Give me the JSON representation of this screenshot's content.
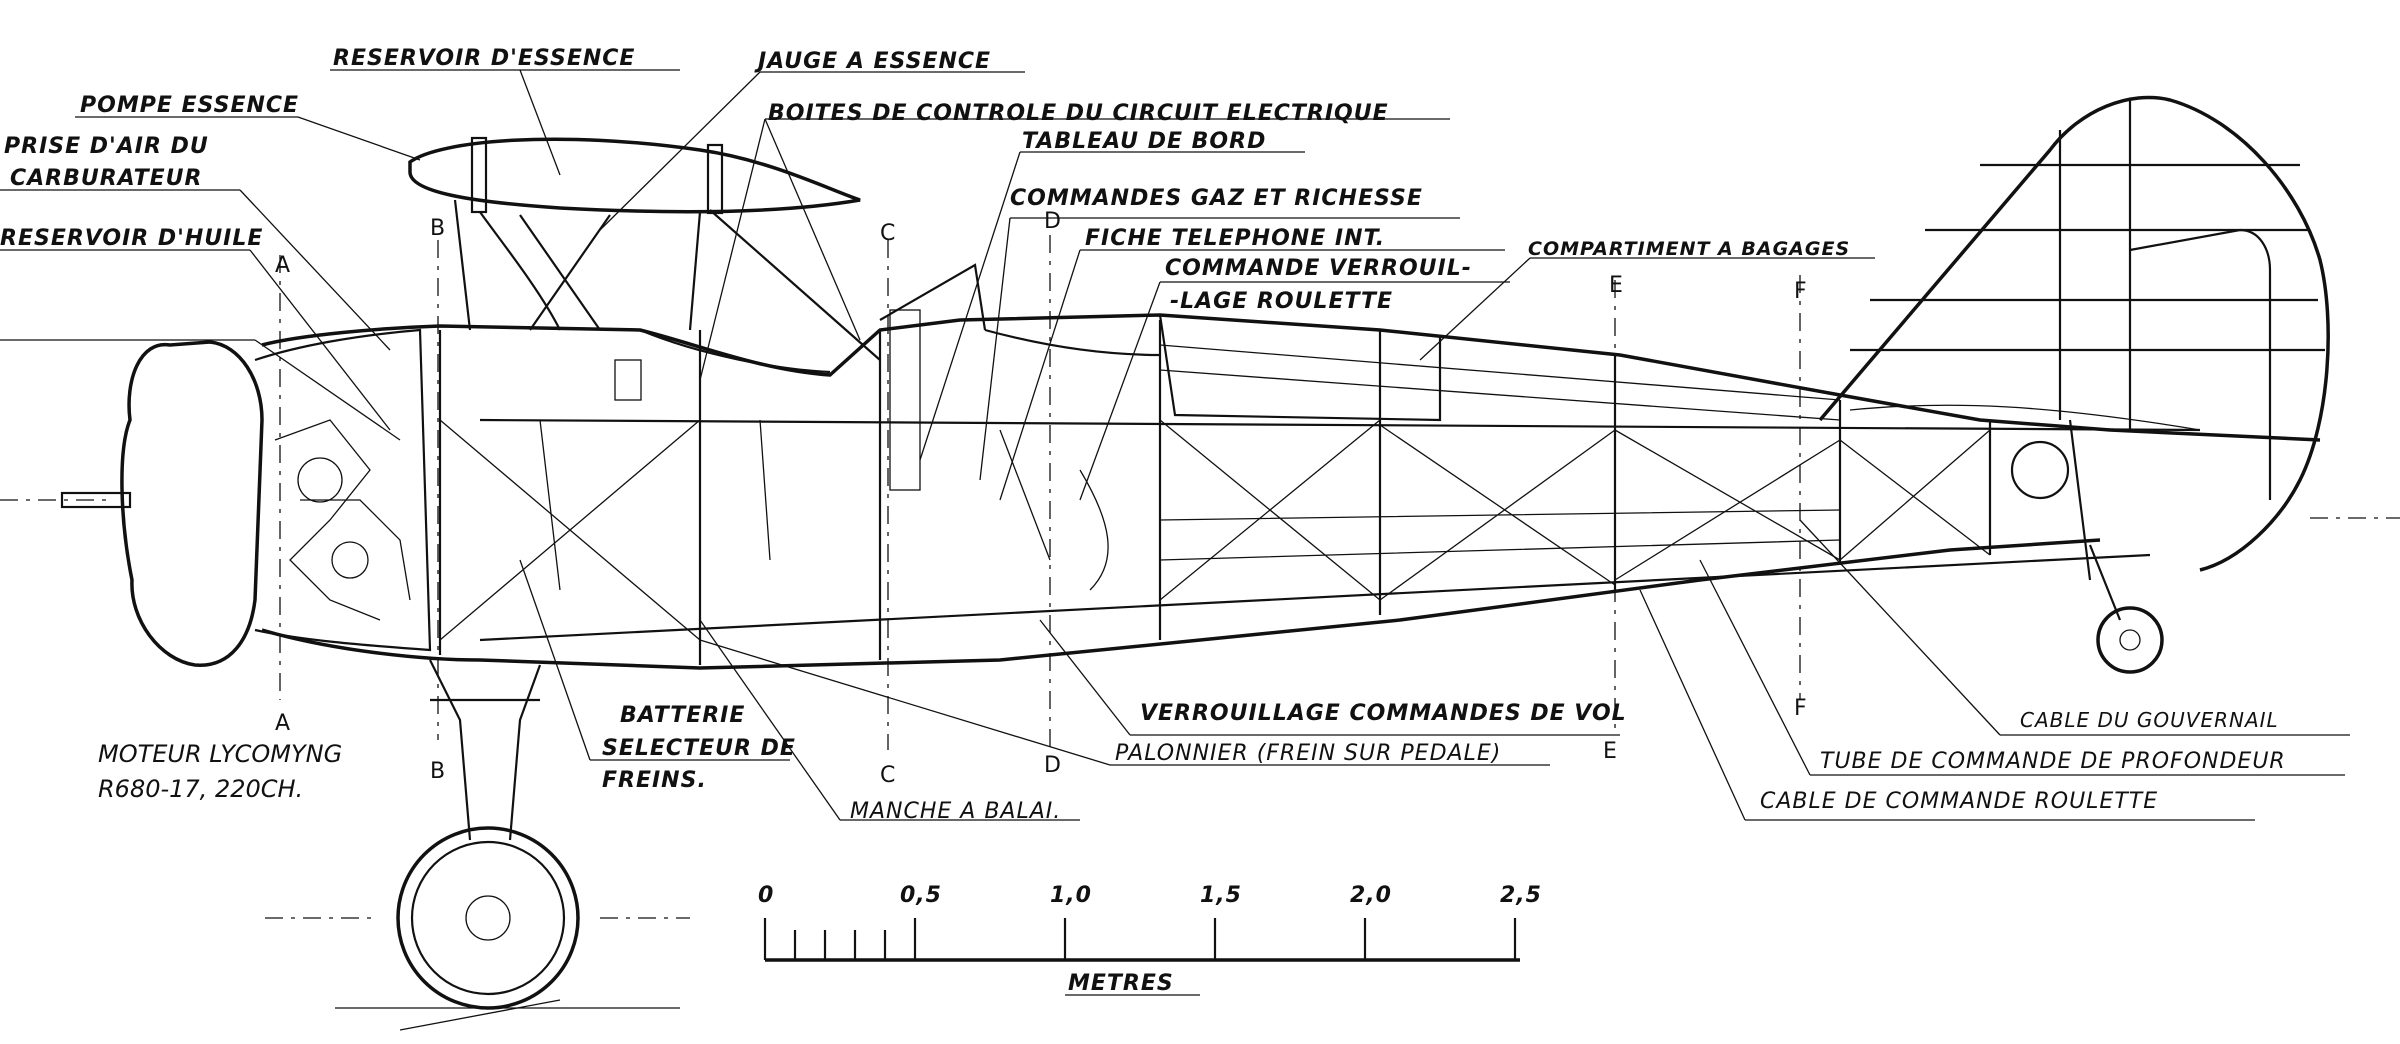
{
  "labels": {
    "reservoir_essence": "RESERVOIR D'ESSENCE",
    "jauge_essence": "JAUGE A ESSENCE",
    "pompe_essence": "POMPE ESSENCE",
    "boites_controle": "BOITES DE CONTROLE DU CIRCUIT ELECTRIQUE",
    "prise_air_1": "PRISE D'AIR DU",
    "prise_air_2": "CARBURATEUR",
    "tableau_bord": "TABLEAU DE BORD",
    "commandes_gaz": "COMMANDES GAZ ET RICHESSE",
    "reservoir_huile": "RESERVOIR D'HUILE",
    "fiche_telephone": "FICHE TELEPHONE INT.",
    "compartiment_bagages": "COMPARTIMENT A BAGAGES",
    "verrouillage_roulette_1": "COMMANDE VERROUIL-",
    "verrouillage_roulette_2": "-LAGE ROULETTE",
    "batterie": "BATTERIE",
    "selecteur_1": "SELECTEUR DE",
    "selecteur_2": "FREINS.",
    "moteur_1": "MOTEUR LYCOMYNG",
    "moteur_2": "R680-17, 220CH.",
    "manche": "MANCHE A BALAI.",
    "verrouillage_vol": "VERROUILLAGE COMMANDES DE VOL",
    "palonnier": "PALONNIER (FREIN SUR PEDALE)",
    "cable_gouvernail": "CABLE DU GOUVERNAIL",
    "tube_profondeur": "TUBE DE COMMANDE DE PROFONDEUR",
    "cable_roulette": "CABLE DE COMMANDE ROULETTE"
  },
  "sections": {
    "a": "A",
    "b": "B",
    "c": "C",
    "d": "D",
    "e": "E",
    "f": "F"
  },
  "scale": {
    "ticks": [
      "0",
      "0,5",
      "1,0",
      "1,5",
      "2,0",
      "2,5"
    ],
    "unit": "METRES"
  }
}
